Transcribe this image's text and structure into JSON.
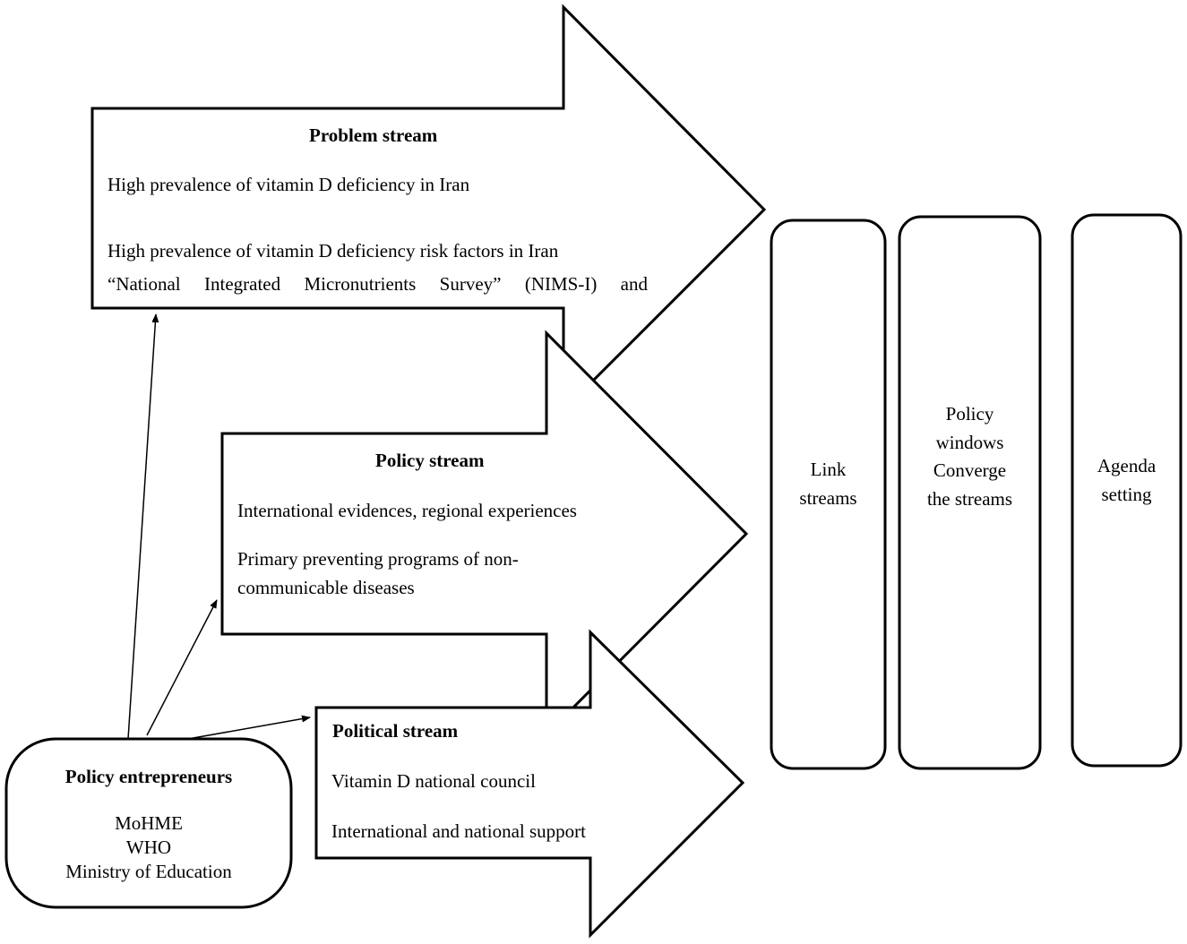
{
  "problem_stream": {
    "title": "Problem stream",
    "item1": "High prevalence of vitamin D deficiency in Iran",
    "item2": "High prevalence of vitamin D deficiency risk factors in Iran",
    "item3": "“National Integrated Micronutrients Survey” (NIMS-I) and"
  },
  "policy_stream": {
    "title": "Policy stream",
    "item1": "International evidences, regional experiences",
    "item2_line1": "Primary preventing programs of non-",
    "item2_line2": "communicable diseases"
  },
  "political_stream": {
    "title": "Political stream",
    "item1": "Vitamin D national council",
    "item2": "International and national support"
  },
  "entrepreneurs": {
    "title": "Policy entrepreneurs",
    "actors": [
      "MoHME",
      "WHO",
      "Ministry of Education"
    ]
  },
  "link_streams": {
    "line1": "Link",
    "line2": "streams"
  },
  "policy_windows": {
    "line1": "Policy",
    "line2": "windows",
    "line3": "Converge",
    "line4": "the streams"
  },
  "agenda_setting": {
    "line1": "Agenda",
    "line2": "setting"
  }
}
